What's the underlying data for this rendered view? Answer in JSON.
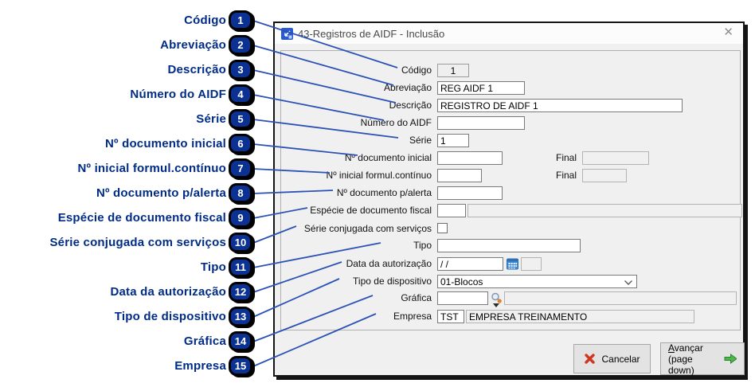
{
  "window": {
    "title": "43-Registros de AIDF - Inclusão",
    "close": "✕"
  },
  "annotations": {
    "items": [
      {
        "num": "1",
        "label": "Código"
      },
      {
        "num": "2",
        "label": "Abreviação"
      },
      {
        "num": "3",
        "label": "Descrição"
      },
      {
        "num": "4",
        "label": "Número do AIDF"
      },
      {
        "num": "5",
        "label": "Série"
      },
      {
        "num": "6",
        "label": "Nº documento inicial"
      },
      {
        "num": "7",
        "label": "Nº inicial formul.contínuo"
      },
      {
        "num": "8",
        "label": "Nº documento p/alerta"
      },
      {
        "num": "9",
        "label": "Espécie de documento fiscal"
      },
      {
        "num": "10",
        "label": "Série conjugada com serviços"
      },
      {
        "num": "11",
        "label": "Tipo"
      },
      {
        "num": "12",
        "label": "Data da autorização"
      },
      {
        "num": "13",
        "label": "Tipo de dispositivo"
      },
      {
        "num": "14",
        "label": "Gráfica"
      },
      {
        "num": "15",
        "label": "Empresa"
      }
    ]
  },
  "form": {
    "codigo": {
      "label": "Código",
      "value": "1"
    },
    "abreviacao": {
      "label": "Abreviação",
      "value": "REG AIDF 1"
    },
    "descricao": {
      "label": "Descrição",
      "value": "REGISTRO DE AIDF 1"
    },
    "numero_aidf": {
      "label": "Número do AIDF",
      "value": ""
    },
    "serie": {
      "label": "Série",
      "value": "1"
    },
    "doc_inicial": {
      "label": "Nº documento inicial",
      "value": "",
      "final_label": "Final",
      "final_value": ""
    },
    "formul_continuo": {
      "label": "Nº inicial formul.contínuo",
      "value": "",
      "final_label": "Final",
      "final_value": ""
    },
    "doc_alerta": {
      "label": "Nº documento p/alerta",
      "value": ""
    },
    "especie": {
      "label": "Espécie de documento fiscal",
      "code": "",
      "descr": ""
    },
    "serie_conjugada": {
      "label": "Série conjugada com serviços",
      "checked": false
    },
    "tipo": {
      "label": "Tipo",
      "value": ""
    },
    "data_autorizacao": {
      "label": "Data da autorização",
      "value": "/ /",
      "aux": ""
    },
    "tipo_dispositivo": {
      "label": "Tipo de dispositivo",
      "value": "01-Blocos"
    },
    "grafica": {
      "label": "Gráfica",
      "code": "",
      "descr": ""
    },
    "empresa": {
      "label": "Empresa",
      "code": "TST",
      "name": "EMPRESA TREINAMENTO"
    }
  },
  "buttons": {
    "cancelar": "Cancelar",
    "avancar_initial": "A",
    "avancar_rest": "vançar",
    "avancar_line2": "(page down)"
  },
  "colors": {
    "accent_navy": "#002c87",
    "badge_fill": "#0b3193",
    "leader_line": "#2c52b5",
    "cancel_red": "#d0371f",
    "advance_green": "#4db848",
    "calendar_blue": "#3f8fdc"
  }
}
